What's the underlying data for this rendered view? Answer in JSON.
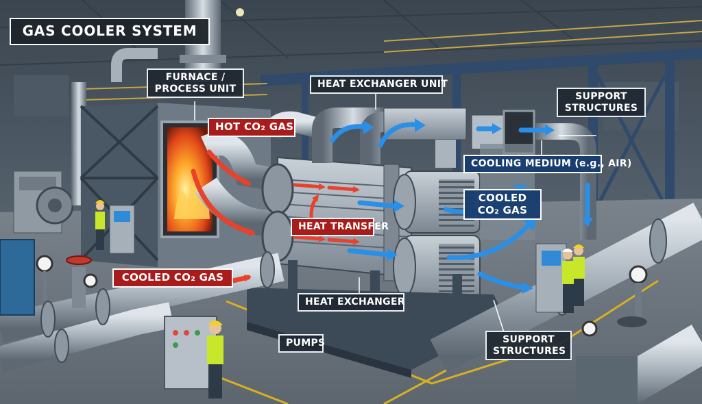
{
  "diagram": {
    "title": "GAS COOLER SYSTEM",
    "labels": {
      "furnace": [
        "FURNACE /",
        "PROCESS UNIT"
      ],
      "hot_gas": "HOT CO₂ GAS",
      "heat_exchanger_unit": "HEAT EXCHANGER UNIT",
      "support_top": [
        "SUPPORT",
        "STRUCTURES"
      ],
      "cooling_medium": "COOLING MEDIUM (e.g., AIR)",
      "cooled_gas_right": [
        "COOLED",
        "CO₂ GAS"
      ],
      "heat_transfer": "HEAT TRANSFER",
      "cooled_gas_left": "COOLED CO₂ GAS",
      "heat_exchanger": "HEAT EXCHANGER",
      "pumps": "PUMPS",
      "support_bottom": [
        "SUPPORT",
        "STRUCTURES"
      ]
    },
    "colors": {
      "hot_flow": "#e8412c",
      "cool_flow": "#2a8fe6",
      "steel": "#a9b3bd",
      "floor": "#6f7881",
      "wall": "#46525e",
      "beam": "#2f4a6b",
      "fire": "#ff7a1a",
      "worker_vest": "#c8e62a",
      "helmet": "#f2d21c",
      "safety_line": "#d9b020"
    }
  }
}
